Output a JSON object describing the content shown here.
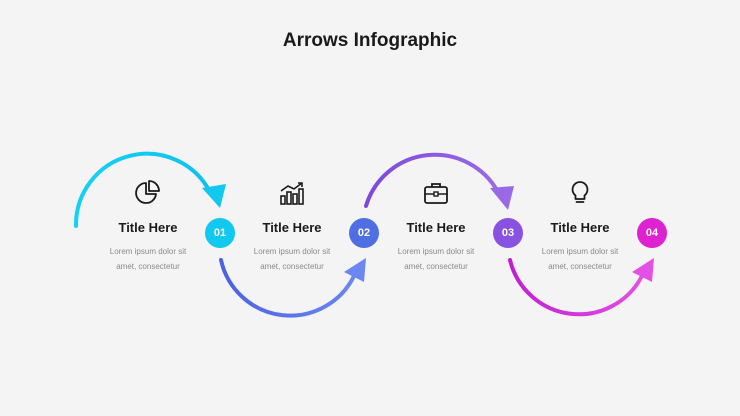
{
  "title": "Arrows Infographic",
  "steps": [
    {
      "number": "01",
      "title": "Title Here",
      "desc_line1": "Lorem ipsum dolor sit",
      "desc_line2": "amet, consectetur",
      "icon": "pie-chart-icon",
      "color": "#11c8ee"
    },
    {
      "number": "02",
      "title": "Title Here",
      "desc_line1": "Lorem ipsum dolor sit",
      "desc_line2": "amet, consectetur",
      "icon": "bar-chart-trend-icon",
      "color": "#4f6ee4"
    },
    {
      "number": "03",
      "title": "Title Here",
      "desc_line1": "Lorem ipsum dolor sit",
      "desc_line2": "amet, consectetur",
      "icon": "briefcase-icon",
      "color": "#8a52e0"
    },
    {
      "number": "04",
      "title": "Title Here",
      "desc_line1": "Lorem ipsum dolor sit",
      "desc_line2": "amet, consectetur",
      "icon": "lightbulb-icon",
      "color": "#de22cf"
    }
  ]
}
